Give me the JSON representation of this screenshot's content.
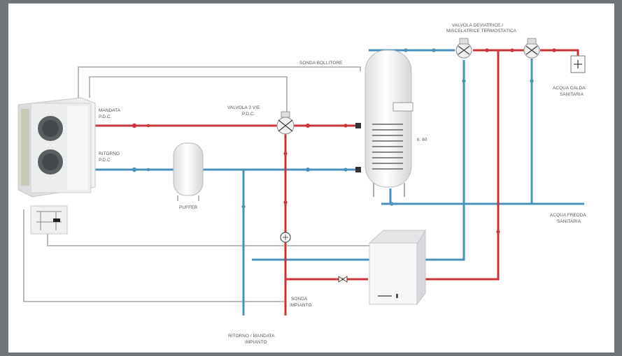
{
  "diagram": {
    "labels": {
      "sonda_bollitore": "SONDA BOLLITORE",
      "valvola_deviatrice_1": "VALVOLA DEVIATRICE /",
      "valvola_deviatrice_2": "MISCELATRICE TERMOSTATICA",
      "mandata_1": "MANDATA",
      "mandata_2": "P.D.C.",
      "ritorno_1": "RITORNO",
      "ritorno_2": "P.D.C",
      "valvola3vie_1": "VALVOLA 3 VIE",
      "valvola3vie_2": "P.D.C.",
      "puffer": "PUFFER",
      "boiler_capacity": "lt. 80",
      "acqua_calda_1": "ACQUA CALDA",
      "acqua_calda_2": "SANITARIA",
      "acqua_fredda_1": "ACQUA FREDDA",
      "acqua_fredda_2": "SANITARIA",
      "sonda_impianto_1": "SONDA",
      "sonda_impianto_2": "IMPIANTO",
      "ritorno_mandata_1": "RITORNO / MANDATA",
      "ritorno_mandata_2": "IMPIANTO"
    },
    "colors": {
      "hot_pipe": "#c8343a",
      "cold_pipe": "#4a90b8",
      "signal_line": "#a8aaad",
      "background": "#ffffff"
    }
  }
}
